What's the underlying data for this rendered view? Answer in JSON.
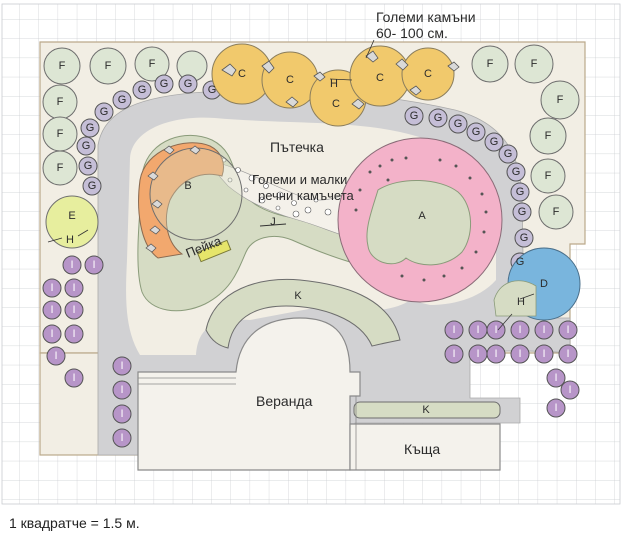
{
  "labels": {
    "big_stones_line1": "Големи камъни",
    "big_stones_line2": "60- 100 см.",
    "path": "Пътечка",
    "stones_line1": "Големи и малки",
    "stones_line2": "речни камъчета",
    "bench": "Пейка",
    "veranda": "Веранда",
    "house": "Къща",
    "scale_note": "1 квадратче = 1.5 м."
  },
  "plant_letters": {
    "A": "A",
    "B": "B",
    "C": "C",
    "D": "D",
    "E": "E",
    "F": "F",
    "G": "G",
    "H": "H",
    "I": "I",
    "J": "J",
    "K": "K"
  },
  "colors": {
    "lawn": "#d6dcc4",
    "path": "#d1d1d3",
    "sand": "#f2eee4",
    "shrub_f": "#dde6d4",
    "circle_g": "#c5bed7",
    "circle_c": "#f1c96c",
    "circle_i": "#b795c8",
    "bed_a": "#f3b2c9",
    "bed_b": "#f2a86e",
    "circle_d": "#79b5dd",
    "circle_e": "#e7ee9e"
  }
}
